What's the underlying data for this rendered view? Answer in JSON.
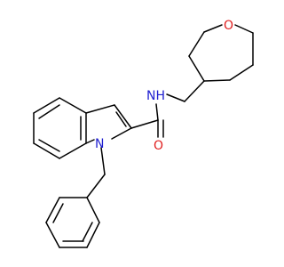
{
  "molecule": {
    "atoms": [
      {
        "id": "n_amide",
        "symbol": "N",
        "hydrogen": "H",
        "color": "#1f1fd0"
      },
      {
        "id": "o_ring",
        "symbol": "O",
        "color": "#e02020"
      },
      {
        "id": "n_indole",
        "symbol": "N",
        "color": "#1f1fd0"
      },
      {
        "id": "o_carbonyl",
        "symbol": "O",
        "color": "#e02020"
      }
    ]
  }
}
